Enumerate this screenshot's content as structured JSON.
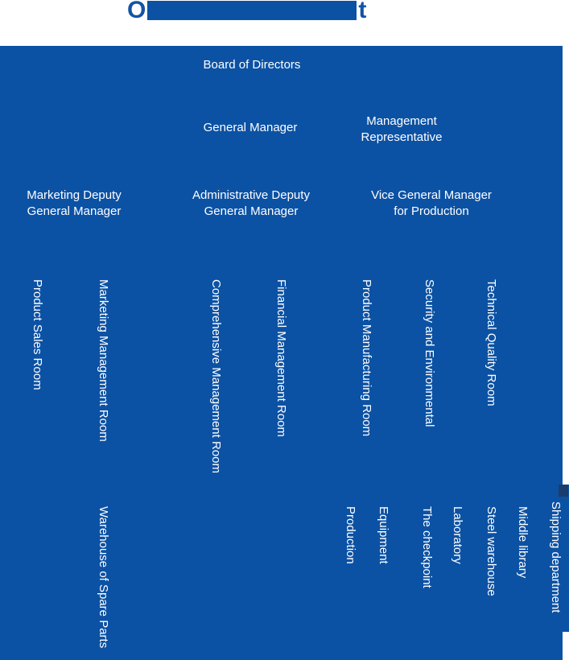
{
  "title": {
    "visible_prefix": "O",
    "visible_suffix": "t",
    "note": "middle of title hidden by blue overlay"
  },
  "colors": {
    "chart_background": "#0c52a4",
    "title_text": "#1254a5",
    "label_text": "#ffffff",
    "corner_square": "#1b3d6d",
    "page_background": "#ffffff"
  },
  "org_chart": {
    "level1": {
      "board": "Board of Directors"
    },
    "level2": {
      "general_manager": "General Manager",
      "management_representative": "Management Representative"
    },
    "level3": {
      "marketing_deputy": "Marketing Deputy General Manager",
      "administrative_deputy": "Administrative Deputy General Manager",
      "vice_gm_production": "Vice General Manager for Production"
    },
    "level4": [
      "Product Sales Room",
      "Marketing Management Room",
      "Comprehensive Management Room",
      "Financial Management Room",
      "Product Manufacturing Room",
      "Security and Environmental",
      "Technical Quality Room"
    ],
    "level5": [
      "Warehouse of Spare Parts",
      "Production",
      "Equipment",
      "The checkpoint",
      "Laboratory",
      "Steel warehouse",
      "Middle library",
      "Shipping department"
    ]
  }
}
